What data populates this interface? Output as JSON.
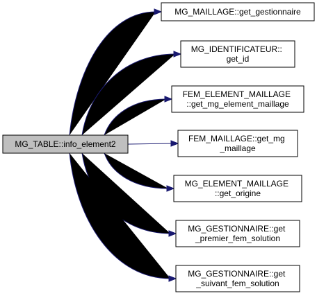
{
  "colors": {
    "source_fill": "#bfbfbf",
    "node_fill": "#ffffff",
    "node_border": "#000000",
    "edge": "#191970",
    "text": "#000000"
  },
  "source": {
    "lines": [
      "MG_TABLE::info_element2"
    ]
  },
  "targets": [
    {
      "lines": [
        "MG_MAILLAGE::get_gestionnaire"
      ]
    },
    {
      "lines": [
        "MG_IDENTIFICATEUR::",
        "get_id"
      ]
    },
    {
      "lines": [
        "FEM_ELEMENT_MAILLAGE",
        "::get_mg_element_maillage"
      ]
    },
    {
      "lines": [
        "FEM_MAILLAGE::get_mg",
        "_maillage"
      ]
    },
    {
      "lines": [
        "MG_ELEMENT_MAILLAGE",
        "::get_origine"
      ]
    },
    {
      "lines": [
        "MG_GESTIONNAIRE::get",
        "_premier_fem_solution"
      ]
    },
    {
      "lines": [
        "MG_GESTIONNAIRE::get",
        "_suivant_fem_solution"
      ]
    }
  ]
}
